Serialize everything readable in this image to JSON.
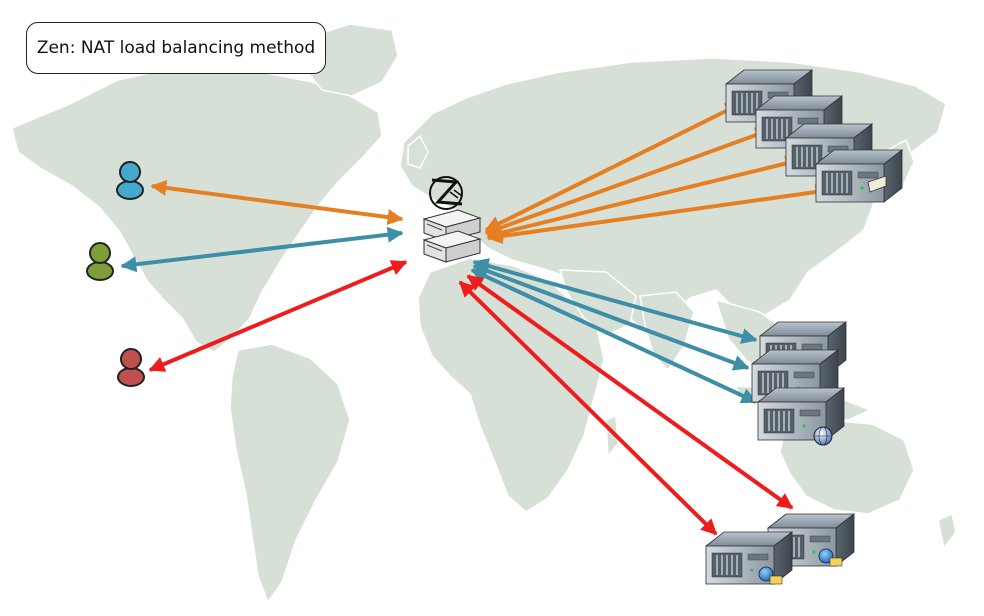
{
  "title": "Zen: NAT load balancing method",
  "colors": {
    "map": "#d6e0d6",
    "orange": "#e67e22",
    "teal": "#3d8ea6",
    "red": "#ee1c1c",
    "user_blue": "#45a9cf",
    "user_green": "#7f9d3a",
    "user_red": "#c0504d"
  },
  "nodes": {
    "clients": [
      {
        "id": "client-blue",
        "color": "user_blue"
      },
      {
        "id": "client-green",
        "color": "user_green"
      },
      {
        "id": "client-red",
        "color": "user_red"
      }
    ],
    "balancer": {
      "id": "zen-load-balancer",
      "icon": "zen-logo-icon"
    },
    "server_groups": [
      {
        "id": "server-group-orange",
        "servers": 4,
        "accent": "power-plug-icon"
      },
      {
        "id": "server-group-teal",
        "servers": 3,
        "accent": "globe-icon"
      },
      {
        "id": "server-group-red",
        "servers": 2,
        "accent": "globe-folder-icon"
      }
    ]
  },
  "connections": [
    {
      "from": "client-blue",
      "to": "zen-load-balancer",
      "color": "orange",
      "bidirectional": true
    },
    {
      "from": "client-green",
      "to": "zen-load-balancer",
      "color": "teal",
      "bidirectional": true
    },
    {
      "from": "client-red",
      "to": "zen-load-balancer",
      "color": "red",
      "bidirectional": true
    },
    {
      "from": "zen-load-balancer",
      "to": "server-group-orange",
      "color": "orange",
      "count": 4,
      "bidirectional": true
    },
    {
      "from": "zen-load-balancer",
      "to": "server-group-teal",
      "color": "teal",
      "count": 3,
      "bidirectional": true
    },
    {
      "from": "zen-load-balancer",
      "to": "server-group-red",
      "color": "red",
      "count": 2,
      "bidirectional": true
    }
  ]
}
